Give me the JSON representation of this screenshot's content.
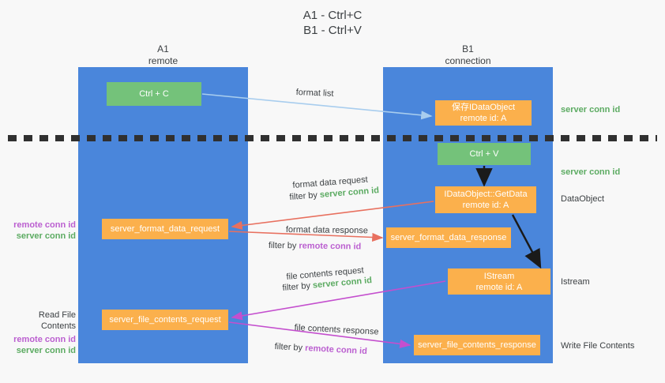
{
  "diagram": {
    "title": "A1 - Ctrl+C\nB1 - Ctrl+V",
    "columns": [
      {
        "id": "a1",
        "header": "A1\nremote"
      },
      {
        "id": "b1",
        "header": "B1\nconnection"
      }
    ],
    "boxes": {
      "ctrl_c": "Ctrl + C",
      "idataobject": "保存IDataObject\nremote id: A",
      "ctrl_v": "Ctrl + V",
      "getdata": "IDataObject::GetData\nremote id: A",
      "server_format_data_request": "server_format_data_request",
      "server_format_data_response": "server_format_data_response",
      "istream": "IStream\nremote id: A",
      "server_file_contents_request": "server_file_contents_request",
      "server_file_contents_response": "server_file_contents_response"
    },
    "right_labels": {
      "server_conn_id_1": "server conn id",
      "server_conn_id_2": "server conn id",
      "dataobject": "DataObject",
      "istream": "Istream",
      "write_file_contents": "Write File Contents"
    },
    "left_labels": {
      "remote_conn_id_1": "remote conn id",
      "server_conn_id_1": "server conn id",
      "read_file_contents": "Read File Contents",
      "remote_conn_id_2": "remote conn id",
      "server_conn_id_2": "server conn id"
    },
    "edge_labels": {
      "format_list": "format list",
      "format_data_request": "format data request",
      "format_data_request_filter_prefix": "filter by ",
      "format_data_request_filter_key": "server conn id",
      "format_data_response": "format data response",
      "format_data_response_filter_prefix": "filter by ",
      "format_data_response_filter_key": "remote conn id",
      "file_contents_request": "file contents request",
      "file_contents_request_filter_prefix": "filter by ",
      "file_contents_request_filter_key": "server conn id",
      "file_contents_response": "file contents response",
      "file_contents_response_filter_prefix": "filter by ",
      "file_contents_response_filter_key": "remote conn id"
    },
    "colors": {
      "column": "#4a86db",
      "green_box": "#74c27a",
      "orange_box": "#fbb04c",
      "server_conn_id": "#5cab62",
      "remote_conn_id": "#bb5fd0",
      "arrow_light_blue": "#a8cdee",
      "arrow_red": "#e8705f",
      "arrow_magenta": "#c44fce",
      "arrow_black": "#1a1a1a",
      "divider_dashed": "#303030",
      "background": "#f8f8f8"
    }
  }
}
